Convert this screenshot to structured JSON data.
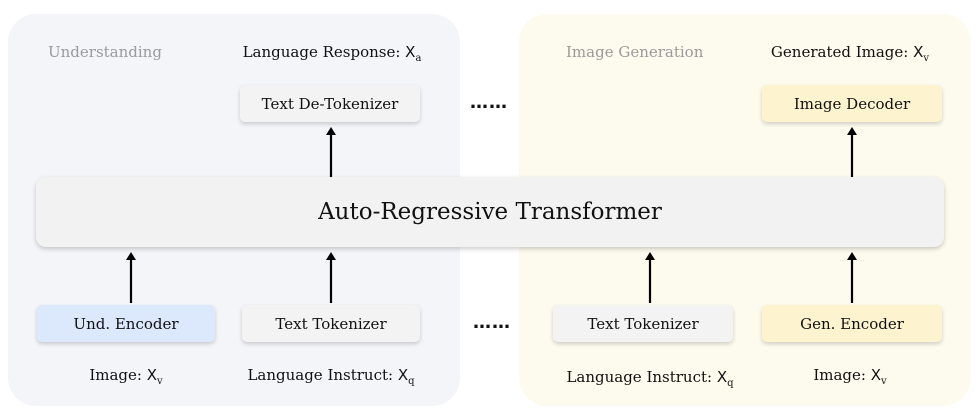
{
  "left_panel": {
    "title": "Understanding",
    "output_label": "Language Response:",
    "output_symbol": "X",
    "output_subscript": "a",
    "detokenizer": "Text De-Tokenizer",
    "encoder": "Und. Encoder",
    "tokenizer": "Text Tokenizer",
    "image_input_label": "Image:",
    "image_input_symbol": "X",
    "image_input_subscript": "v",
    "text_input_label": "Language Instruct:",
    "text_input_symbol": "X",
    "text_input_subscript": "q"
  },
  "right_panel": {
    "title": "Image Generation",
    "output_label": "Generated Image:",
    "output_symbol": "X",
    "output_subscript": "v",
    "decoder": "Image Decoder",
    "tokenizer": "Text Tokenizer",
    "encoder": "Gen. Encoder",
    "text_input_label": "Language Instruct:",
    "text_input_symbol": "X",
    "text_input_subscript": "q",
    "image_input_label": "Image:",
    "image_input_symbol": "X",
    "image_input_subscript": "v"
  },
  "transformer": "Auto-Regressive Transformer",
  "ellipsis_top": "……",
  "ellipsis_bottom": "……",
  "colors": {
    "left_panel_bg": "#f4f5f9",
    "right_panel_bg": "#fdfbee",
    "und_encoder": "#dce8fb",
    "gen_encoder_decoder": "#fdf3cf",
    "neutral_box": "#f3f3f3"
  }
}
